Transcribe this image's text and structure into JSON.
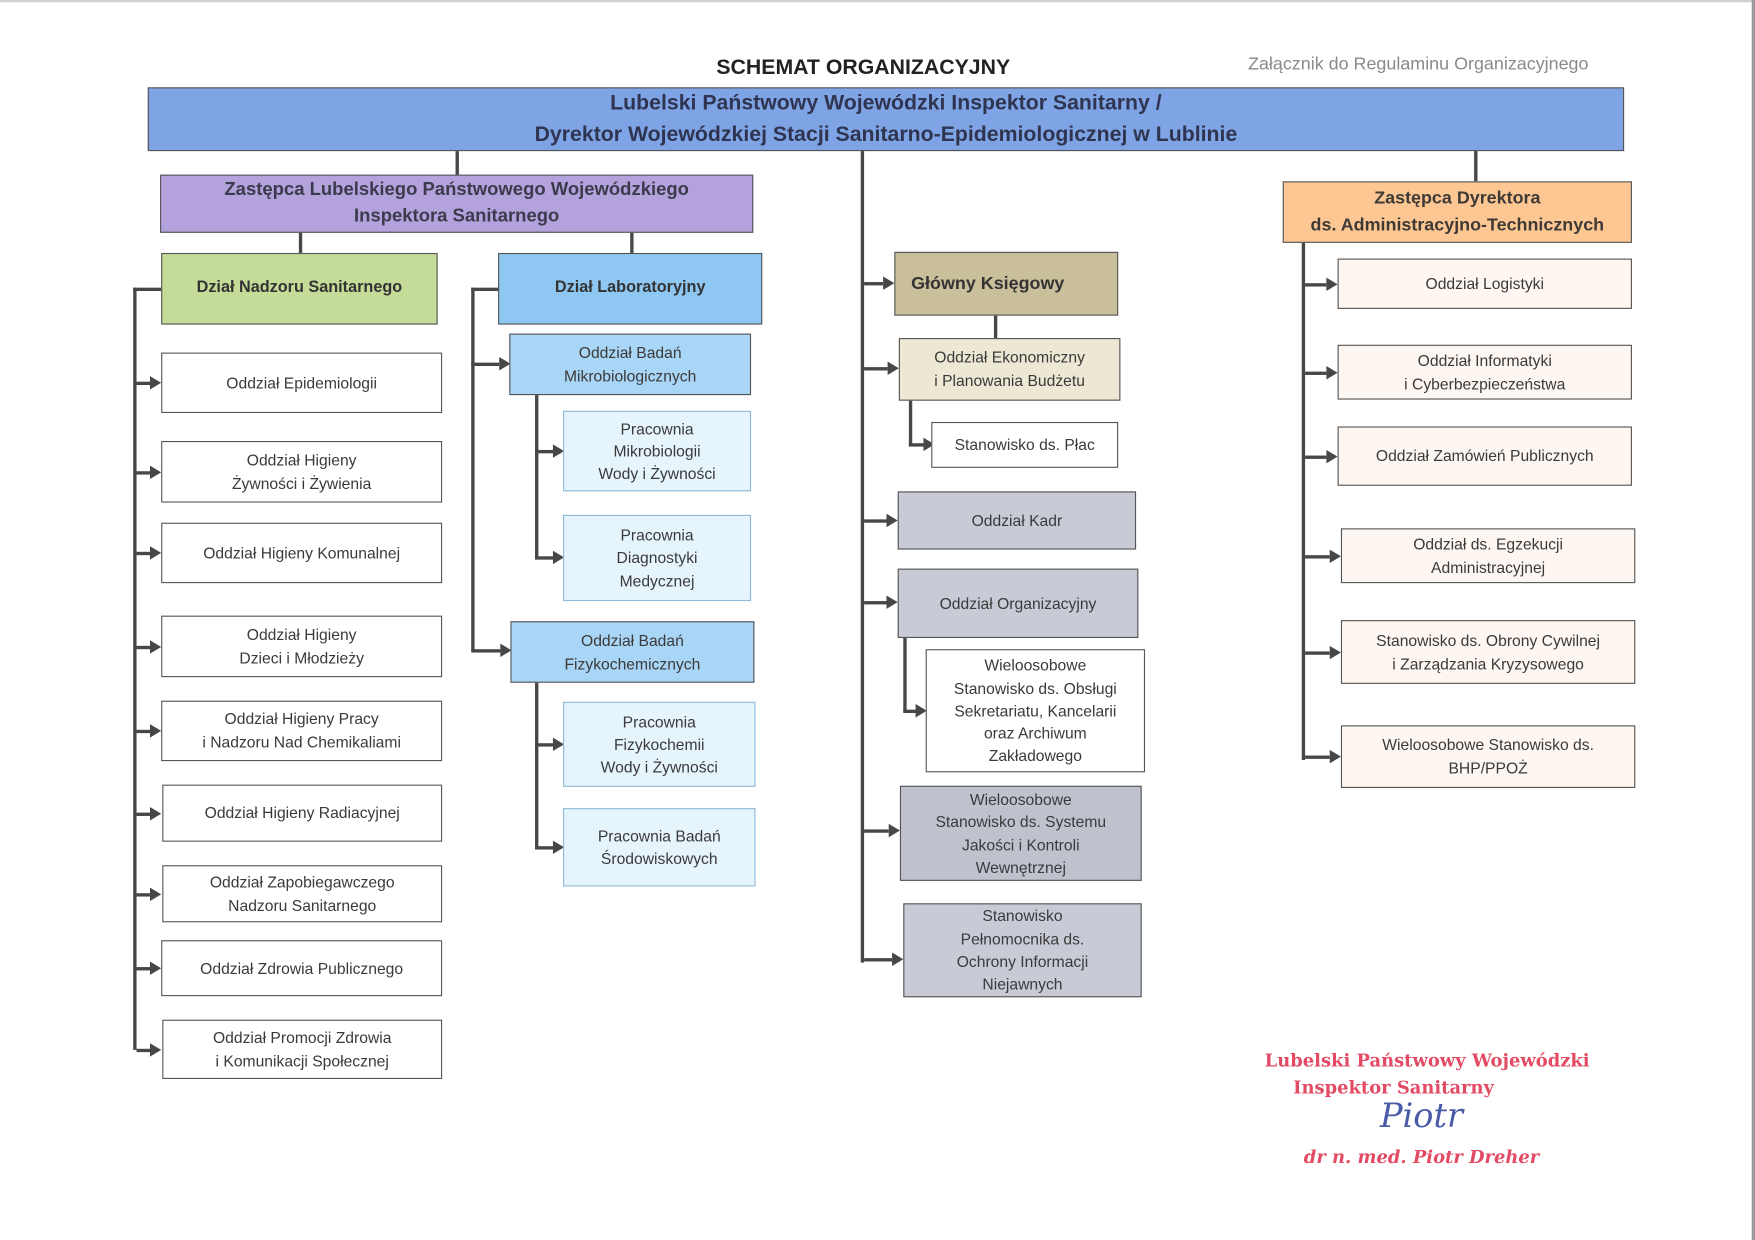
{
  "header": {
    "title": "SCHEMAT ORGANIZACYJNY",
    "annex": "Załącznik do Regulaminu Organizacyjnego"
  },
  "root": {
    "label": "Lubelski Państwowy Wojewódzki Inspektor Sanitarny /\nDyrektor Wojewódzkiej Stacji Sanitarno-Epidemiologicznej w Lublinie",
    "color": "#7fa4e6"
  },
  "deputy_inspector": {
    "label": "Zastępca Lubelskiego Państwowego Wojewódzkiego\nInspektora Sanitarnego",
    "color": "#b3a2dc"
  },
  "deputy_director": {
    "label": "Zastępca Dyrektora\nds. Administracyjno-Technicznych",
    "color": "#fcc793"
  },
  "sanitary_supervision": {
    "label": "Dział Nadzoru Sanitarnego",
    "color": "#c5db98",
    "units": [
      "Oddział Epidemiologii",
      "Oddział Higieny\nŻywności i Żywienia",
      "Oddział Higieny Komunalnej",
      "Oddział Higieny\nDzieci i Młodzieży",
      "Oddział Higieny Pracy\ni Nadzoru Nad Chemikaliami",
      "Oddział Higieny Radiacyjnej",
      "Oddział Zapobiegawczego\nNadzoru Sanitarnego",
      "Oddział Zdrowia Publicznego",
      "Oddział Promocji Zdrowia\ni Komunikacji Społecznej"
    ]
  },
  "laboratory": {
    "label": "Dział Laboratoryjny",
    "color": "#8ec8f2",
    "micro": {
      "label": "Oddział Badań\nMikrobiologicznych",
      "labs": [
        "Pracownia\nMikrobiologii\nWody i Żywności",
        "Pracownia\nDiagnostyki\nMedycznej"
      ]
    },
    "physchem": {
      "label": "Oddział Badań\nFizykochemicznych",
      "labs": [
        "Pracownia\nFizykochemii\nWody i Żywności",
        "Pracownia Badań\nŚrodowiskowych"
      ]
    }
  },
  "center": {
    "chief_accountant": "Główny Księgowy",
    "economic": "Oddział Ekonomiczny\ni Planowania Budżetu",
    "payroll": "Stanowisko ds. Płac",
    "hr": "Oddział Kadr",
    "organizational": "Oddział Organizacyjny",
    "secretariat": "Wieloosobowe\nStanowisko ds. Obsługi\nSekretariatu, Kancelarii\noraz Archiwum\nZakładowego",
    "quality": "Wieloosobowe\nStanowisko ds. Systemu\nJakości i Kontroli\nWewnętrznej",
    "classified": "Stanowisko\nPełnomocnika ds.\nOchrony Informacji\nNiejawnych"
  },
  "admin_units": [
    "Oddział Logistyki",
    "Oddział Informatyki\ni Cyberbezpieczeństwa",
    "Oddział Zamówień Publicznych",
    "Oddział ds. Egzekucji\nAdministracyjnej",
    "Stanowisko ds. Obrony Cywilnej\ni Zarządzania Kryzysowego",
    "Wieloosobowe  Stanowisko ds.\nBHP/PPOŻ"
  ],
  "stamp": {
    "line1": "Lubelski Państwowy Wojewódzki",
    "line2": "Inspektor Sanitarny",
    "signature": "Piotr",
    "name": "dr n. med. Piotr Dreher"
  }
}
